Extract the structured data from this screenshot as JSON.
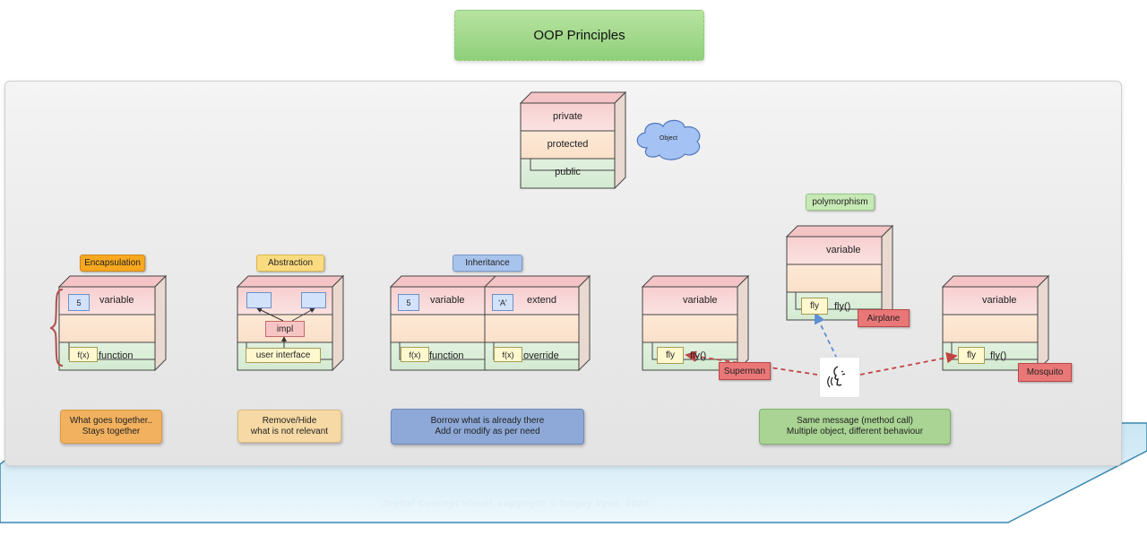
{
  "title": "OOP Principles",
  "object_box": {
    "rows": [
      "private",
      "protected",
      "public"
    ],
    "cloud_label": "Object"
  },
  "tags": {
    "encapsulation": "Encapsulation",
    "abstraction": "Abstraction",
    "inheritance": "Inheritance",
    "polymorphism": "polymorphism"
  },
  "encapsulation": {
    "value_box": "5",
    "variable": "variable",
    "fx_box": "f(x)",
    "function": "function"
  },
  "abstraction": {
    "impl": "impl",
    "user_interface": "user interface"
  },
  "inheritance": {
    "value_box": "5",
    "variable": "variable",
    "fx_box": "f(x)",
    "function": "function",
    "char_box": "'A'",
    "extend": "extend",
    "fx_box2": "f(x)",
    "override": "override"
  },
  "polymorphism": {
    "airplane": {
      "variable": "variable",
      "fly_box": "fly",
      "method": "fly()",
      "label": "Airplane"
    },
    "superman": {
      "variable": "variable",
      "fly_box": "fly",
      "method": "fly()",
      "label": "Superman"
    },
    "mosquito": {
      "variable": "variable",
      "fly_box": "fly",
      "method": "fly()",
      "label": "Mosquito"
    }
  },
  "notes": {
    "encapsulation": [
      "What goes together..",
      "Stays together"
    ],
    "abstraction": [
      "Remove/Hide",
      "what is not relevant"
    ],
    "inheritance": [
      "Borrow what is already there",
      "Add or modify as per need"
    ],
    "polymorphism": [
      "Same message (method call)",
      "Multiple object, different behaviour"
    ]
  },
  "copyright": "Digital Concept Visual, copyright © Sanjay Vyas, 2020",
  "colors": {
    "pink": "#f9d6d6",
    "peach": "#fce8d4",
    "mint": "#deeedd",
    "title_green": "#a6da8c"
  }
}
